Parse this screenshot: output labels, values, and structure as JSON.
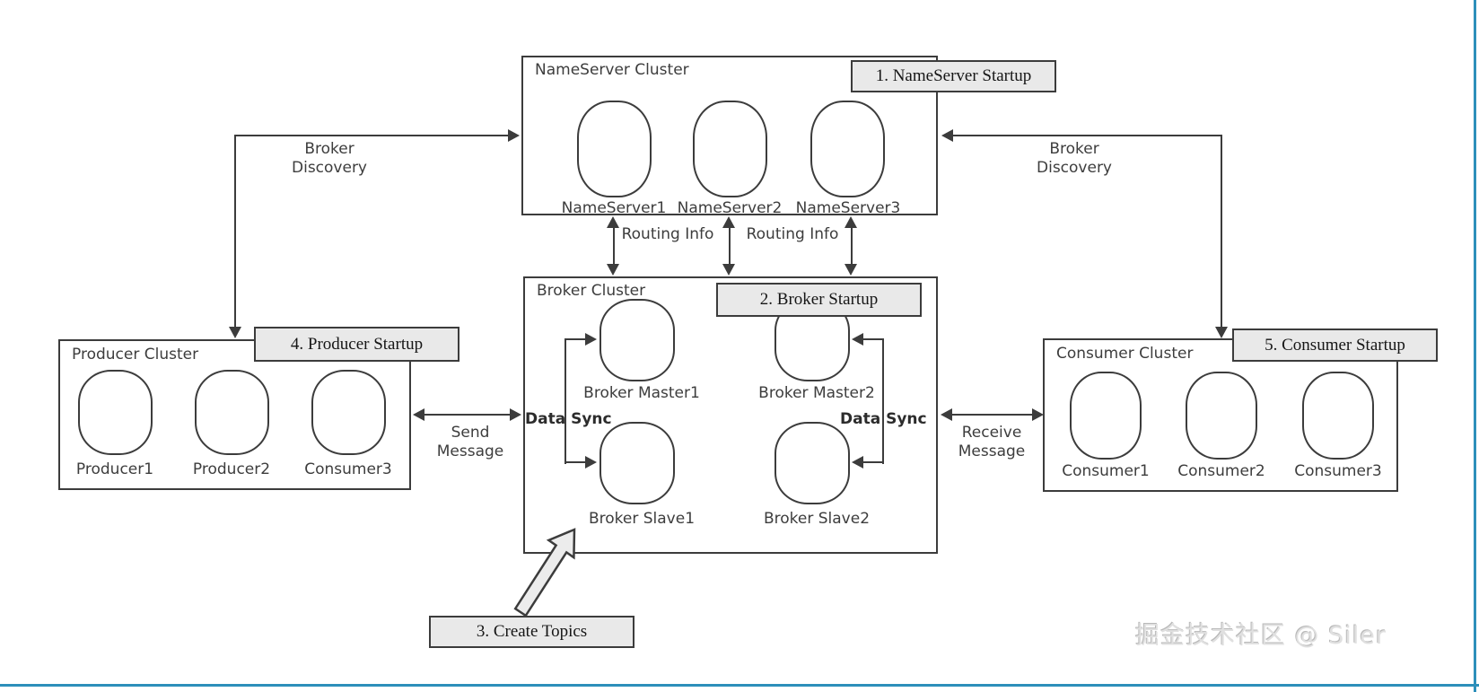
{
  "colors": {
    "line": "#3c3c3c",
    "step_box_fill": "#e9e9e9",
    "accent_border": "#2d8fba",
    "watermark_text": "#e0e0e0"
  },
  "clusters": {
    "nameserver": {
      "title": "NameServer Cluster",
      "nodes": [
        "NameServer1",
        "NameServer2",
        "NameServer3"
      ]
    },
    "broker": {
      "title": "Broker Cluster",
      "nodes": [
        "Broker Master1",
        "Broker Master2",
        "Broker Slave1",
        "Broker Slave2"
      ]
    },
    "producer": {
      "title": "Producer Cluster",
      "nodes": [
        "Producer1",
        "Producer2",
        "Consumer3"
      ]
    },
    "consumer": {
      "title": "Consumer Cluster",
      "nodes": [
        "Consumer1",
        "Consumer2",
        "Consumer3"
      ]
    }
  },
  "steps": {
    "s1": "1. NameServer Startup",
    "s2": "2. Broker Startup",
    "s3": "3. Create Topics",
    "s4": "4. Producer Startup",
    "s5": "5. Consumer Startup"
  },
  "edge_labels": {
    "broker_discovery": "Broker Discovery",
    "routing_info": "Routing Info",
    "send_message": "Send Message",
    "receive_message": "Receive Message",
    "data_sync": "Data Sync"
  },
  "watermark": "掘金技术社区 @ Siler"
}
